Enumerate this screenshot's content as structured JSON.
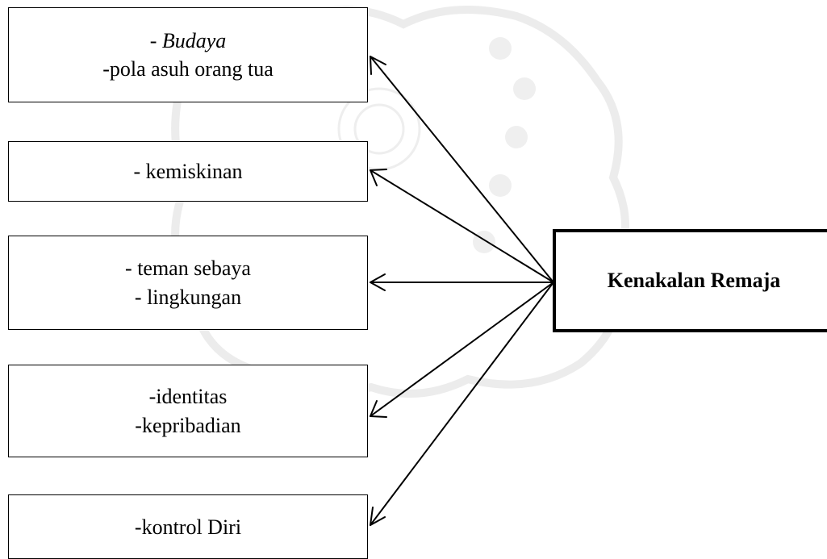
{
  "diagram": {
    "center": {
      "label": "Kenakalan Remaja"
    },
    "factors": [
      {
        "lines": [
          {
            "text": "- ",
            "emph": "Budaya"
          },
          {
            "text": "-pola asuh orang tua"
          }
        ]
      },
      {
        "lines": [
          {
            "text": "- kemiskinan"
          }
        ]
      },
      {
        "lines": [
          {
            "text": "- teman sebaya"
          },
          {
            "text": "- lingkungan"
          }
        ]
      },
      {
        "lines": [
          {
            "text": "-identitas"
          },
          {
            "text": "-kepribadian"
          }
        ]
      },
      {
        "lines": [
          {
            "text": "-kontrol Diri"
          }
        ]
      }
    ],
    "arrow_direction": "from center to factors"
  }
}
